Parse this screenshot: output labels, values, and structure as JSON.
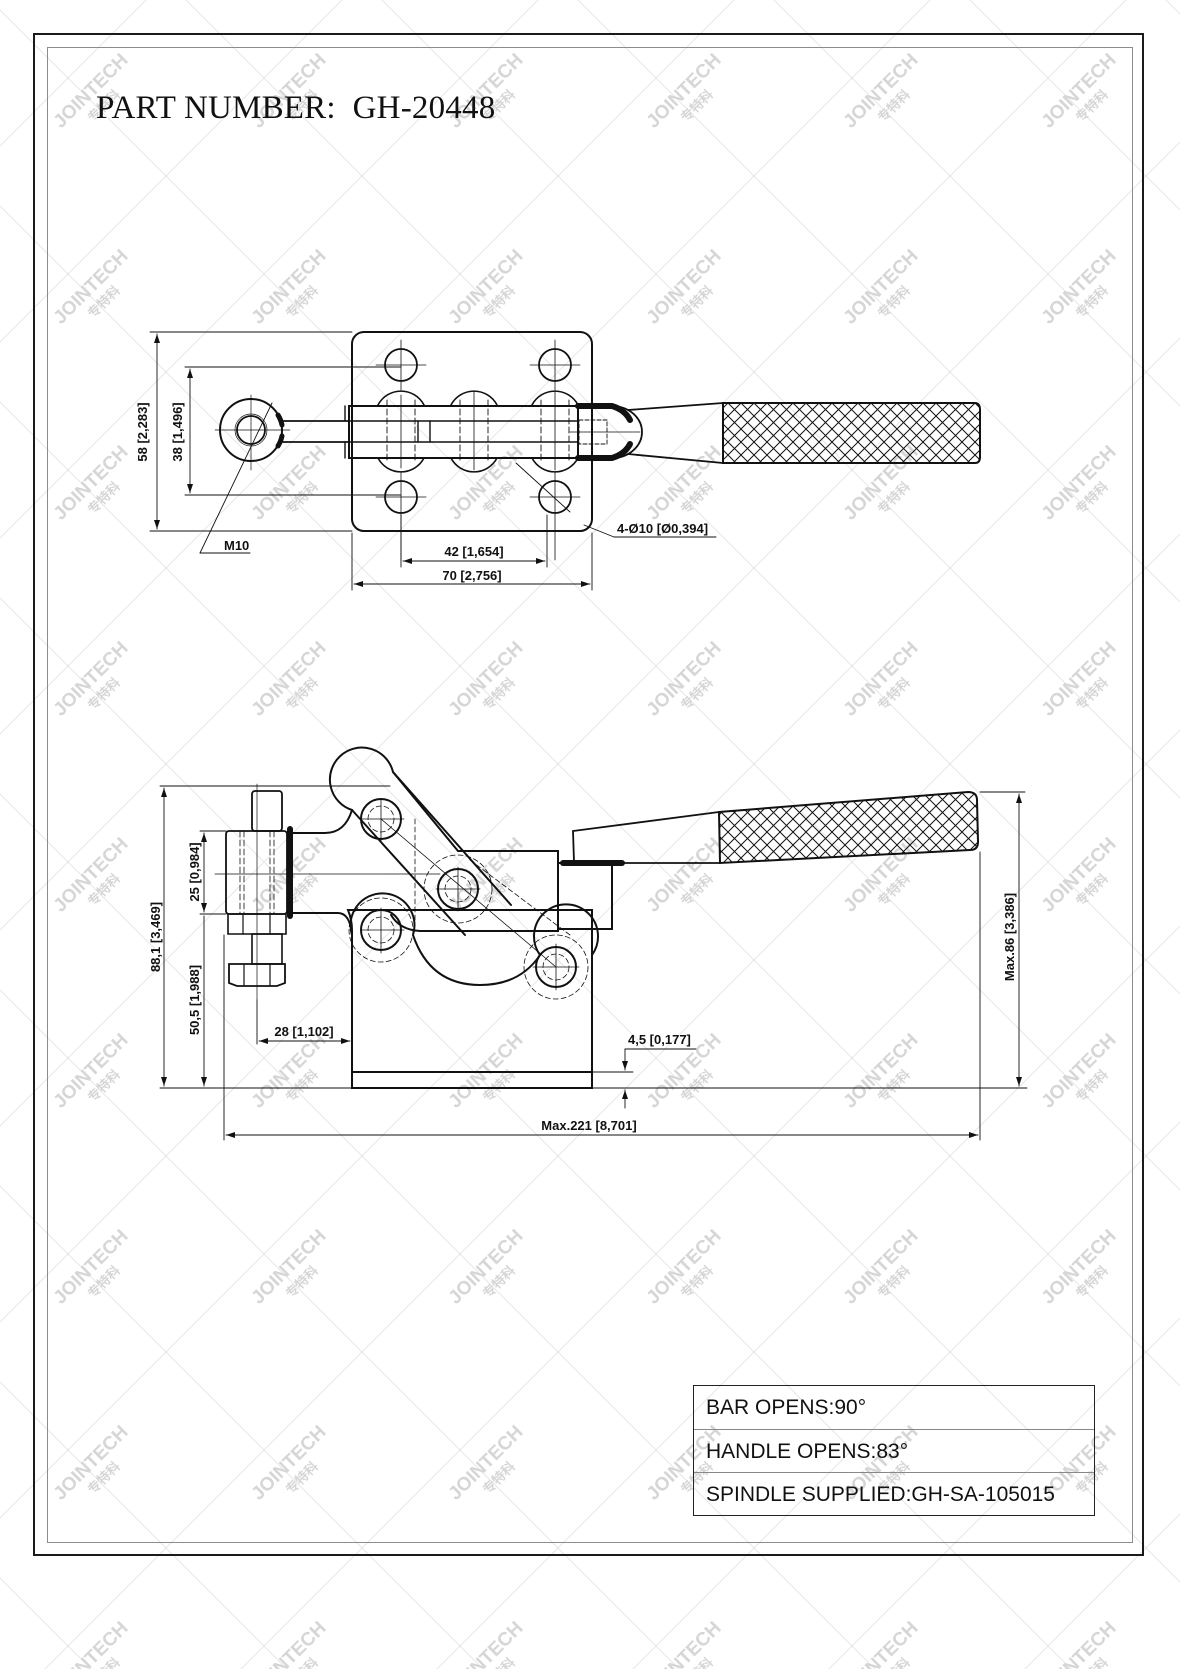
{
  "header": {
    "title": "PART NUMBER:  GH-20448"
  },
  "watermark": {
    "text": "JOINTECH",
    "subtext": "专特科"
  },
  "top_view": {
    "dimensions": {
      "overall_height": "58 [2,283]",
      "hole_spacing_vertical": "38 [1,496]",
      "thread": "M10",
      "hole_spacing_horizontal": "42 [1,654]",
      "base_width": "70 [2,756]",
      "mounting_holes": "4-Ø10 [Ø0,394]"
    }
  },
  "side_view": {
    "dimensions": {
      "overall_height": "88,1 [3,469]",
      "spindle_height": "25 [0,984]",
      "spindle_to_base": "50,5 [1,988]",
      "spindle_offset": "28 [1,102]",
      "base_thickness": "4,5 [0,177]",
      "overall_length": "Max.221 [8,701]",
      "handle_height": "Max.86 [3,386]"
    }
  },
  "specs": [
    {
      "label": "BAR OPENS:90°"
    },
    {
      "label": "HANDLE OPENS:83°"
    },
    {
      "label": "SPINDLE SUPPLIED:GH-SA-105015"
    }
  ],
  "colors": {
    "line": "#111111",
    "frame_inner": "#8c8c8c",
    "watermark": "#d6d6d6"
  }
}
